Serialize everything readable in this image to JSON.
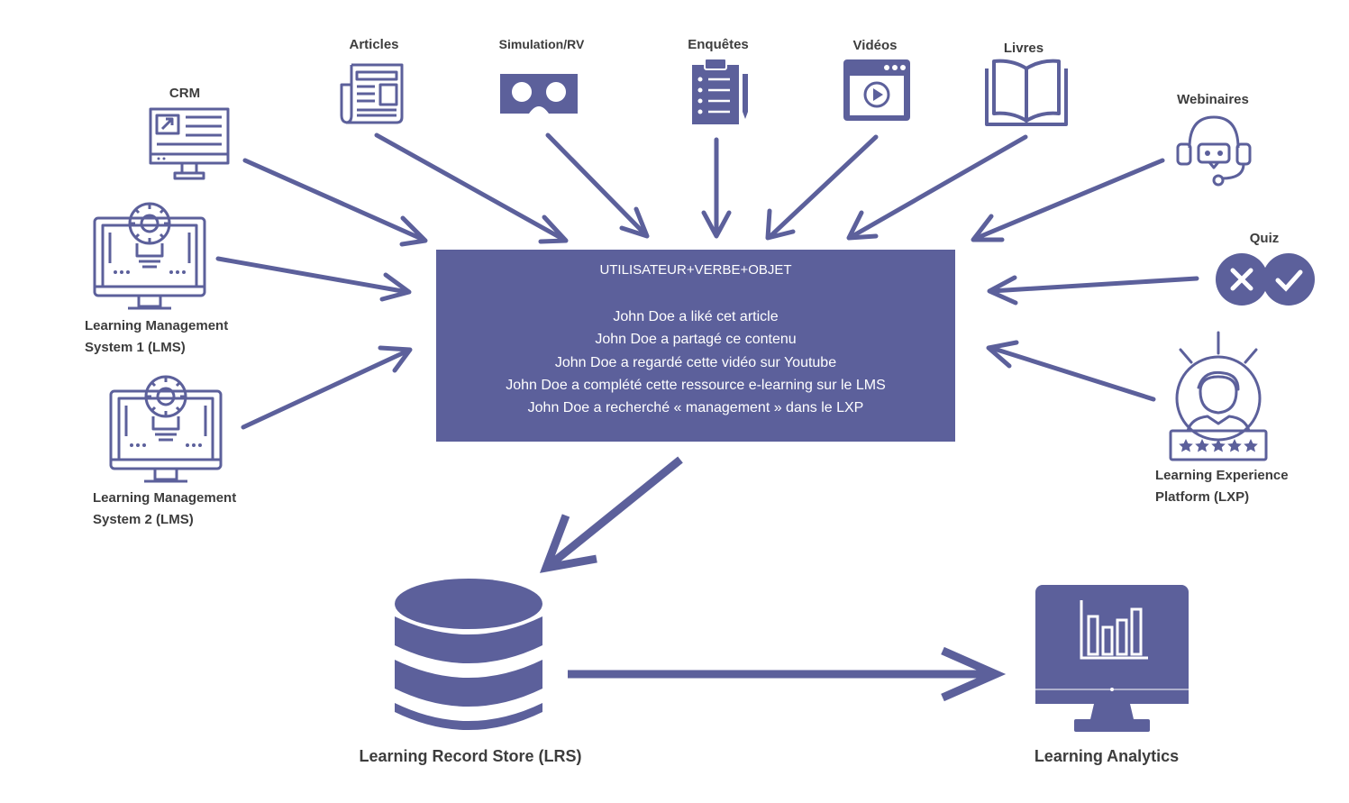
{
  "sources": {
    "crm": "CRM",
    "articles": "Articles",
    "simulation": "Simulation/RV",
    "enquetes": "Enquêtes",
    "videos": "Vidéos",
    "livres": "Livres",
    "webinaires": "Webinaires",
    "quiz": "Quiz",
    "lms1": [
      "Learning Management",
      "System 1 (LMS)"
    ],
    "lms2": [
      "Learning Management",
      "System 2 (LMS)"
    ],
    "lxp": [
      "Learning Experience",
      "Platform (LXP)"
    ]
  },
  "central": {
    "title": "UTILISATEUR+VERBE+OBJET",
    "examples": [
      "John Doe a liké cet article",
      "John Doe a partagé ce contenu",
      "John Doe a regardé cette vidéo sur Youtube",
      "John Doe a complété cette ressource e-learning sur le LMS",
      "John Doe a recherché « management » dans le LXP"
    ]
  },
  "outputs": {
    "lrs": "Learning Record Store (LRS)",
    "analytics": "Learning Analytics"
  },
  "colors": {
    "accent": "#5c609b",
    "text": "#3d3d3d"
  },
  "icons": [
    "crm-icon",
    "newspaper-icon",
    "vr-headset-icon",
    "clipboard-survey-icon",
    "video-player-icon",
    "open-book-icon",
    "headset-chat-icon",
    "quiz-check-icon",
    "lms-monitor-gear-icon",
    "lxp-user-rating-icon",
    "database-icon",
    "analytics-monitor-icon"
  ]
}
